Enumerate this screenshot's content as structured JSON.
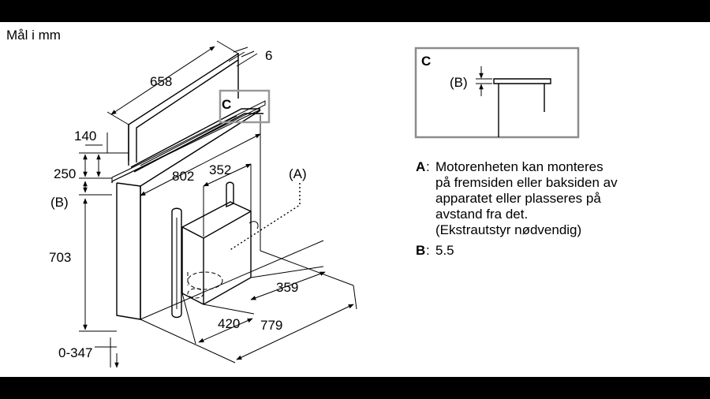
{
  "header": {
    "units_label": "Mål i mm"
  },
  "dimensions": {
    "d_658": "658",
    "d_6": "6",
    "d_140": "140",
    "d_250": "250",
    "d_b_left": "(B)",
    "d_802": "802",
    "d_352": "352",
    "d_a_callout": "(A)",
    "d_703": "703",
    "d_359": "359",
    "d_420": "420",
    "d_779": "779",
    "d_0_347": "0-347"
  },
  "detail": {
    "marker_main": "C",
    "marker_box": "C",
    "b_label": "(B)"
  },
  "legend": {
    "a_key": "A",
    "a_lines": [
      "Motorenheten kan monteres",
      "på fremsiden eller baksiden av",
      "apparatet eller plasseres på",
      "avstand fra det.",
      "(Ekstrautstyr nødvendig)"
    ],
    "b_key": "B",
    "b_value": "5.5"
  }
}
